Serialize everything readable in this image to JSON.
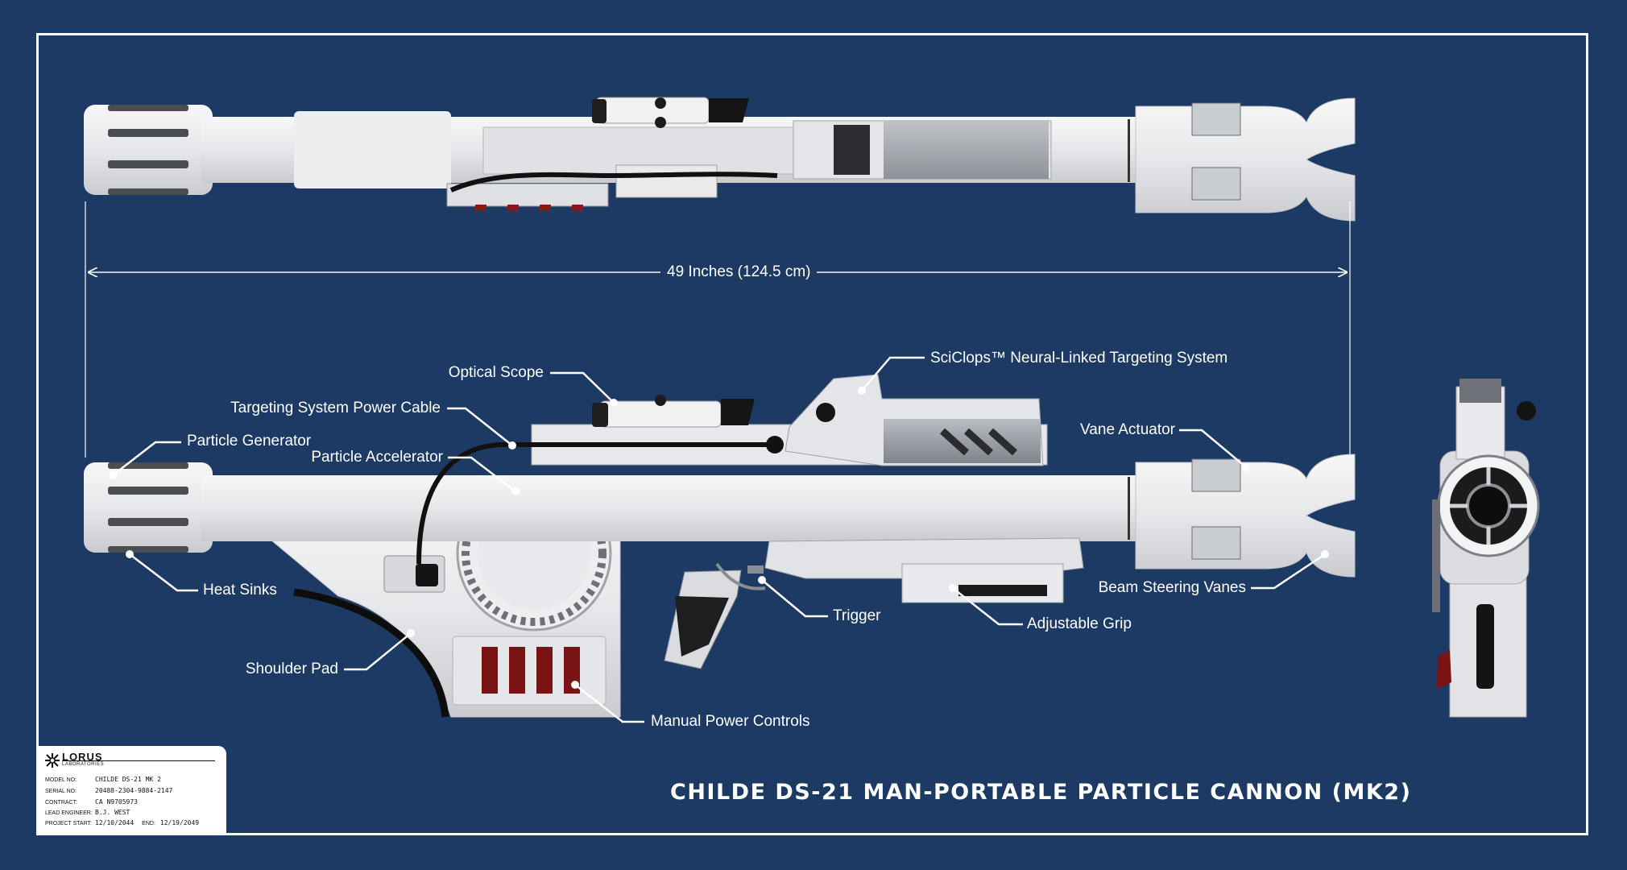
{
  "title": "CHILDE DS-21 MAN-PORTABLE PARTICLE CANNON (MK2)",
  "dimension": "49 Inches (124.5 cm)",
  "labels": {
    "optical_scope": "Optical Scope",
    "sciclops": "SciClops™ Neural-Linked Targeting System",
    "power_cable": "Targeting System Power Cable",
    "particle_generator": "Particle Generator",
    "particle_accelerator": "Particle Accelerator",
    "vane_actuator": "Vane Actuator",
    "heat_sinks": "Heat Sinks",
    "beam_steering_vanes": "Beam Steering Vanes",
    "trigger": "Trigger",
    "adjustable_grip": "Adjustable Grip",
    "shoulder_pad": "Shoulder Pad",
    "manual_power_controls": "Manual Power Controls"
  },
  "plate": {
    "brand": "LORUS",
    "brand_sub": "LABORATORIES",
    "model_label": "MODEL NO:",
    "model_value": "CHILDE DS-21 MK 2",
    "serial_label": "SERIAL NO:",
    "serial_value": "20488-2304-9884-2147",
    "contract_label": "CONTRACT:",
    "contract_value": "CA N9705973",
    "engineer_label": "LEAD ENGINEER:",
    "engineer_value": "B.J. WEST",
    "start_label": "PROJECT START:",
    "start_value": "12/10/2044",
    "end_label": "END:",
    "end_value": "12/19/2049"
  },
  "colors": {
    "background": "#1c3a63",
    "line": "#ffffff",
    "body": "#e9eaec",
    "accent_red": "#8a1a1a"
  }
}
